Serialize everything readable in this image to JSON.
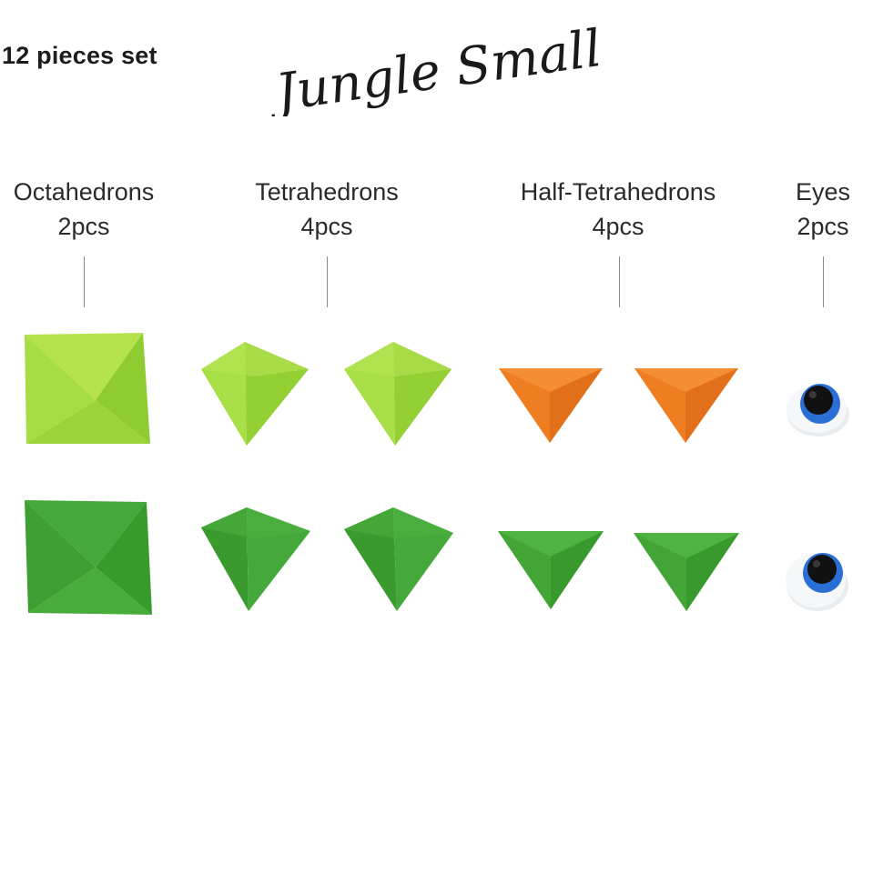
{
  "header": {
    "set_count": "12 pieces set",
    "title": "Jungle Small"
  },
  "categories": [
    {
      "name": "Octahedrons",
      "count": "2pcs"
    },
    {
      "name": "Tetrahedrons",
      "count": "4pcs"
    },
    {
      "name": "Half-Tetrahedrons",
      "count": "4pcs"
    },
    {
      "name": "Eyes",
      "count": "2pcs"
    }
  ],
  "colors": {
    "light_green": "#9fd83a",
    "dark_green": "#3c9e2e",
    "orange": "#ef7d22",
    "eye_blue": "#2a6fd6",
    "eye_pupil": "#111111",
    "eye_white": "#eef0f3"
  },
  "pieces": [
    {
      "type": "octahedron",
      "color": "light_green"
    },
    {
      "type": "tetrahedron",
      "color": "light_green"
    },
    {
      "type": "tetrahedron",
      "color": "light_green"
    },
    {
      "type": "half-tetrahedron",
      "color": "orange"
    },
    {
      "type": "half-tetrahedron",
      "color": "orange"
    },
    {
      "type": "eye",
      "color": "eye_blue"
    },
    {
      "type": "octahedron",
      "color": "dark_green"
    },
    {
      "type": "tetrahedron",
      "color": "dark_green"
    },
    {
      "type": "tetrahedron",
      "color": "dark_green"
    },
    {
      "type": "half-tetrahedron",
      "color": "dark_green"
    },
    {
      "type": "half-tetrahedron",
      "color": "dark_green"
    },
    {
      "type": "eye",
      "color": "eye_blue"
    }
  ]
}
